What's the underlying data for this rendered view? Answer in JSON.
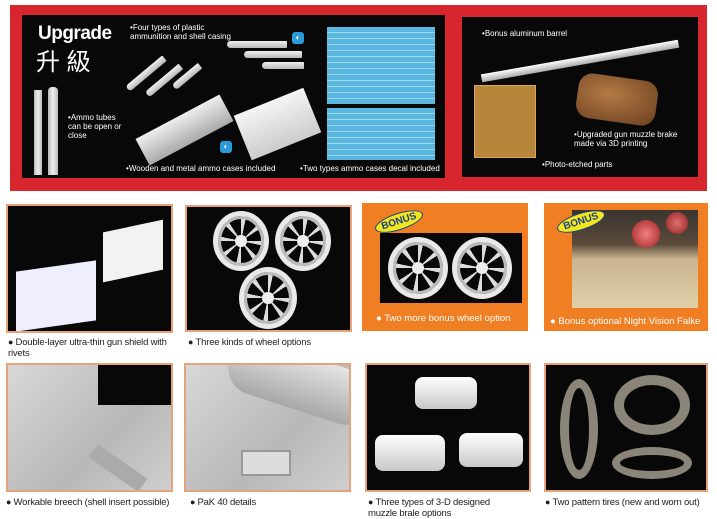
{
  "upgrade": {
    "title": "Upgrade",
    "title_cn": "升 級",
    "captions": {
      "ammo": "Four types of plastic ammunition and shell casing",
      "tubes": "Ammo tubes can be open or close",
      "cases": "Wooden and metal ammo cases included",
      "decal": "Two types ammo cases decal included",
      "barrel": "Bonus aluminum barrel",
      "muzzle": "Upgraded gun muzzle brake made via 3D printing",
      "pe": "Photo-etched parts"
    }
  },
  "bonus_label": "BONUS",
  "features": [
    {
      "caption": "Double-layer ultra-thin gun shield with rivets"
    },
    {
      "caption": "Three kinds of wheel options"
    },
    {
      "caption": "Two more bonus wheel option"
    },
    {
      "caption": "Bonus optional Night Vision Falke"
    },
    {
      "caption": "Workable breech (shell insert possible)"
    },
    {
      "caption": "PaK 40 details"
    },
    {
      "caption": "Three types of 3-D designed muzzle brale options"
    },
    {
      "caption": "Two pattern tires (new and worn out)"
    }
  ],
  "colors": {
    "frame": "#d8262e",
    "bonus_bg": "#ef7f22",
    "panel_border": "#e8a27a"
  }
}
